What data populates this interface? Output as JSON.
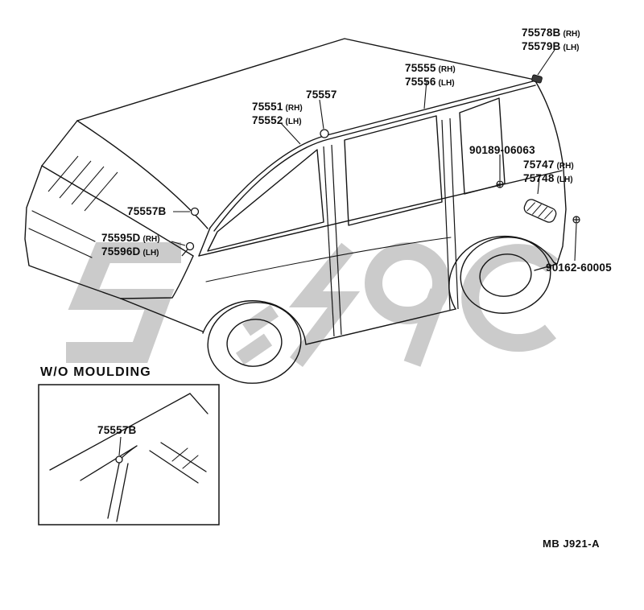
{
  "page": {
    "ink_color": "#141414",
    "watermark_color": "#cbcbcb",
    "background": "#ffffff"
  },
  "footer": {
    "code": "MB  J921-A"
  },
  "inset": {
    "title": "W/O  MOULDING",
    "part": "75557B"
  },
  "labels": {
    "l75578": {
      "rows": [
        {
          "num": "75578B",
          "side": "(RH)"
        },
        {
          "num": "75579B",
          "side": "(LH)"
        }
      ]
    },
    "l75555": {
      "rows": [
        {
          "num": "75555",
          "side": "(RH)"
        },
        {
          "num": "75556",
          "side": "(LH)"
        }
      ]
    },
    "l75557": {
      "rows": [
        {
          "num": "75557",
          "side": ""
        }
      ]
    },
    "l75551": {
      "rows": [
        {
          "num": "75551",
          "side": "(RH)"
        },
        {
          "num": "75552",
          "side": "(LH)"
        }
      ]
    },
    "l90189": {
      "rows": [
        {
          "num": "90189-06063",
          "side": ""
        }
      ]
    },
    "l75747": {
      "rows": [
        {
          "num": "75747",
          "side": "(RH)"
        },
        {
          "num": "75748",
          "side": "(LH)"
        }
      ]
    },
    "l75557b": {
      "rows": [
        {
          "num": "75557B",
          "side": ""
        }
      ]
    },
    "l75595": {
      "rows": [
        {
          "num": "75595D",
          "side": "(RH)"
        },
        {
          "num": "75596D",
          "side": "(LH)"
        }
      ]
    },
    "l90162": {
      "rows": [
        {
          "num": "90162-60005",
          "side": ""
        }
      ]
    }
  }
}
